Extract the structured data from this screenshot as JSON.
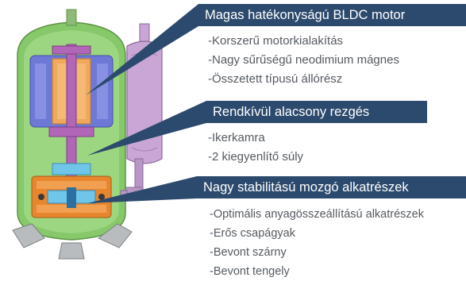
{
  "callouts": [
    {
      "title": "Magas hatékonyságú BLDC motor",
      "items": [
        "-Korszerű motorkialakítás",
        "-Nagy sűrűségű neodimium mágnes",
        "-Összetett típusú állórész"
      ]
    },
    {
      "title": "Rendkívül alacsony rezgés",
      "items": [
        "-Ikerkamra",
        "-2 kiegyenlítő súly"
      ]
    },
    {
      "title": "Nagy stabilitású mozgó alkatrészek",
      "items": [
        "-Optimális anyagösszeállítású alkatrészek",
        "-Erős csapágyak",
        "-Bevont szárny",
        "-Bevont tengely"
      ]
    }
  ],
  "colors": {
    "label_background": "#2c4a6d",
    "label_text": "#ffffff",
    "bullet_text": "#555a60",
    "shell": "#86c86a",
    "accumulator": "#c9a6d6",
    "stator": "#6e79d6",
    "rotor": "#f0a85a",
    "shaft": "#b266b8",
    "pump": "#e8862e",
    "pump_accent": "#6fc6e8"
  }
}
